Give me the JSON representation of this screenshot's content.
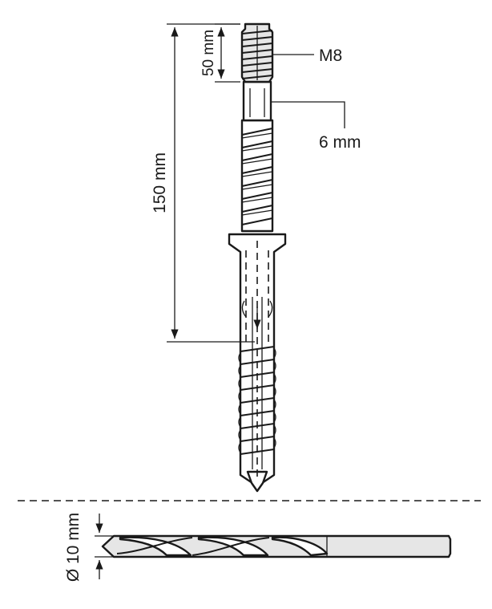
{
  "labels": {
    "thread": "M8",
    "thread_length": "50 mm",
    "shank": "6 mm",
    "total_length": "150 mm",
    "drill_diameter": "Ø 10 mm"
  },
  "icons": {
    "bolt": "hanger-bolt-with-plug-icon",
    "drill": "drill-bit-icon"
  }
}
